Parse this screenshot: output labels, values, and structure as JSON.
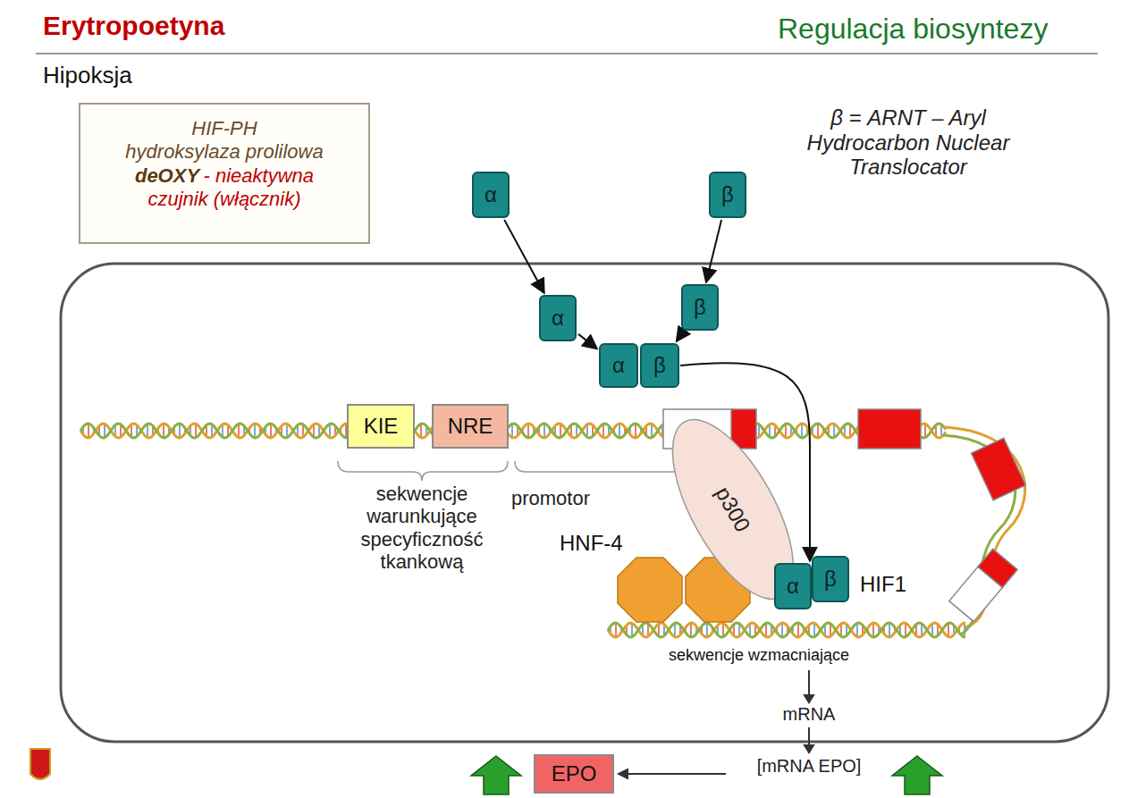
{
  "diagram": {
    "title": "Erytropoetyna",
    "nodes": [
      {
        "text": [
          "HIF-PH",
          "hydroksylaza prolilowa",
          "deOXY",
          "- nieaktywna",
          "czujnik (włącznik)"
        ]
      },
      {
        "text": [
          "α"
        ]
      },
      {
        "text": [
          "β"
        ]
      },
      {
        "text": [
          "α"
        ]
      },
      {
        "text": [
          "β"
        ]
      },
      {
        "text": [
          "α"
        ]
      },
      {
        "text": [
          "β"
        ]
      },
      {
        "text": [
          "KIE"
        ]
      },
      {
        "text": [
          "NRE"
        ]
      },
      {
        "text": [
          "p300"
        ]
      },
      {
        "text": [
          "α"
        ]
      },
      {
        "text": [
          "β"
        ]
      },
      {
        "text": [
          "EPO"
        ]
      }
    ],
    "edges": [
      {
        "from": 1,
        "to": 3,
        "arrow": "to"
      },
      {
        "from": 2,
        "to": 4,
        "arrow": "to"
      },
      {
        "from": 3,
        "to": 5,
        "arrow": "to"
      },
      {
        "from": 4,
        "to": 6,
        "arrow": "to"
      },
      {
        "from": 6,
        "to": 10,
        "arrow": "to"
      }
    ],
    "labels": [
      "Regulacja biosyntezy",
      "Hipoksja",
      "β = ARNT – Aryl Hydrocarbon Nuclear Translocator",
      "sekwencje warunkujące specyficzność tkankową",
      "promotor",
      "HNF-4",
      "HIF1",
      "sekwencje wzmacniające",
      "mRNA",
      "[mRNA EPO]"
    ]
  }
}
